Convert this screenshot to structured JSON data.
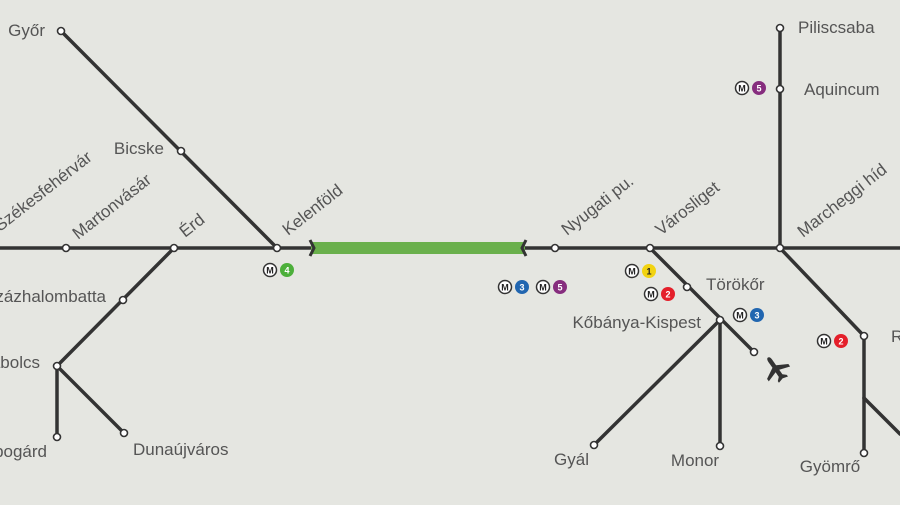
{
  "colors": {
    "background": "#e5e6e1",
    "track": "#333333",
    "label": "#555555",
    "tunnel": "#6ab04c",
    "metro_1": "#f2d311",
    "metro_2": "#e41f2a",
    "metro_3": "#2166b0",
    "metro_4": "#4caf3a",
    "metro_5": "#862d7e"
  },
  "stations": {
    "gyor": "Győr",
    "bicske": "Bicske",
    "szekesfehervar": "Székesfehérvár",
    "martonvasar": "Martonvásár",
    "erd": "Érd",
    "szazhalombatta": "Százhalombatta",
    "adony_pusztaszabolcs": "Pusztaszabolcs",
    "sarbogard": "Sárbogárd",
    "dunaujvaros": "Dunaújváros",
    "kelenfold": "Kelenföld",
    "nyugati": "Nyugati pu.",
    "varosliget": "Városliget",
    "torokor": "Törökőr",
    "kobanya_kispest": "Kőbánya-Kispest",
    "gyal": "Gyál",
    "monor": "Monor",
    "piliscsaba": "Piliscsaba",
    "aquincum": "Aquincum",
    "marcheggi_hid": "Marcheggi híd",
    "gyomro": "Gyömrő",
    "rakos_partial": "R"
  },
  "metro_badges": {
    "m_letter": "M",
    "kelenfold": [
      "4"
    ],
    "nyugati": [
      "3",
      "5"
    ],
    "varosliget": [
      "1"
    ],
    "torokor": [
      "2"
    ],
    "kobanya_kispest": [
      "3"
    ],
    "aquincum": [
      "5"
    ],
    "east_branch": [
      "2"
    ]
  },
  "icons": {
    "airport": "airplane-icon",
    "metro": "metro-logo-icon"
  }
}
